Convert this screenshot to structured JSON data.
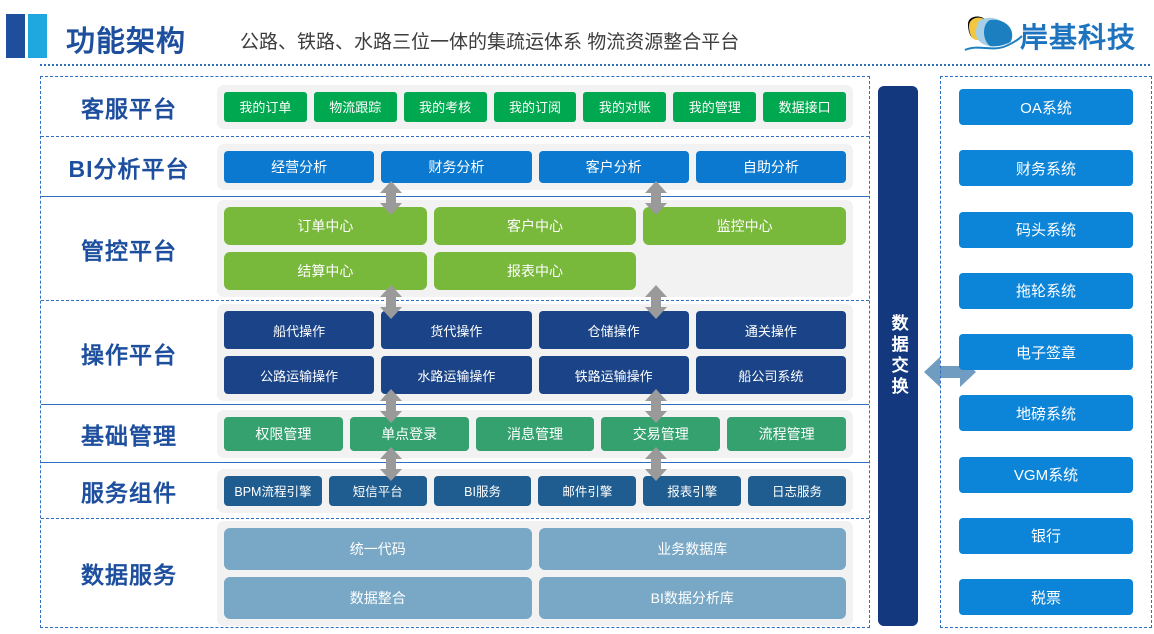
{
  "header": {
    "title": "功能架构",
    "subtitle": "公路、铁路、水路三位一体的集疏运体系   物流资源整合平台",
    "logo_text": "岸基科技",
    "logo_icon": "wave-circle-logo"
  },
  "colors": {
    "brand_blue": "#1d4f9e",
    "accent_cyan": "#1fa8e0",
    "customer_green": "#00a94f",
    "bi_blue": "#0b79d0",
    "mgmt_green": "#78b83b",
    "ops_navy": "#1a4487",
    "base_green": "#35a16f",
    "service_steel": "#1f5c8f",
    "data_lightblue": "#78a8c6",
    "exchange_navy": "#14387e",
    "external_blue": "#0c84d8",
    "arrow_gray": "#9a9a9a",
    "panel_gray": "#f2f2f2"
  },
  "architecture": {
    "rows": [
      {
        "label": "客服平台",
        "groups": [
          [
            "我的订单",
            "物流跟踪",
            "我的考核",
            "我的订阅",
            "我的对账",
            "我的管理",
            "数据接口"
          ]
        ]
      },
      {
        "label": "BI分析平台",
        "groups": [
          [
            "经营分析",
            "财务分析",
            "客户分析",
            "自助分析"
          ]
        ]
      },
      {
        "label": "管控平台",
        "groups": [
          [
            "订单中心",
            "客户中心",
            "监控中心"
          ],
          [
            "结算中心",
            "报表中心"
          ]
        ]
      },
      {
        "label": "操作平台",
        "groups": [
          [
            "船代操作",
            "货代操作",
            "仓储操作",
            "通关操作"
          ],
          [
            "公路运输操作",
            "水路运输操作",
            "铁路运输操作",
            "船公司系统"
          ]
        ]
      },
      {
        "label": "基础管理",
        "groups": [
          [
            "权限管理",
            "单点登录",
            "消息管理",
            "交易管理",
            "流程管理"
          ]
        ]
      },
      {
        "label": "服务组件",
        "groups": [
          [
            "BPM流程引擎",
            "短信平台",
            "BI服务",
            "邮件引擎",
            "报表引擎",
            "日志服务"
          ]
        ]
      },
      {
        "label": "数据服务",
        "groups": [
          [
            "统一代码",
            "业务数据库"
          ],
          [
            "数据整合",
            "BI数据分析库"
          ]
        ]
      }
    ]
  },
  "exchange": {
    "label": "数据交换",
    "arrow_icon": "double-headed-horizontal-arrow"
  },
  "external_systems": {
    "items": [
      "OA系统",
      "财务系统",
      "码头系统",
      "拖轮系统",
      "电子签章",
      "地磅系统",
      "VGM系统",
      "银行",
      "税票"
    ]
  }
}
